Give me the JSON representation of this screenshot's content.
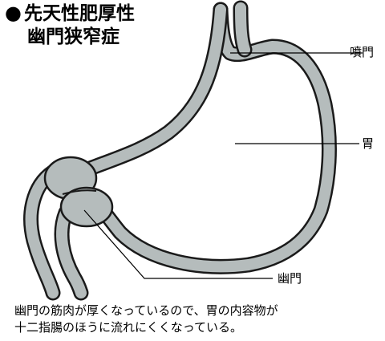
{
  "title": {
    "bullet": "●",
    "line1": "先天性肥厚性",
    "line2": "幽門狭窄症"
  },
  "labels": {
    "cardia": "噴門",
    "stomach": "胃",
    "pylorus": "幽門"
  },
  "caption": {
    "line1": "幽門の筋肉が厚くなっているので、胃の内容物が",
    "line2": "十二指腸のほうに流れにくくなっている。"
  },
  "colors": {
    "wall": "#b5bcbc",
    "outline": "#1a1a1a",
    "background": "#ffffff"
  }
}
